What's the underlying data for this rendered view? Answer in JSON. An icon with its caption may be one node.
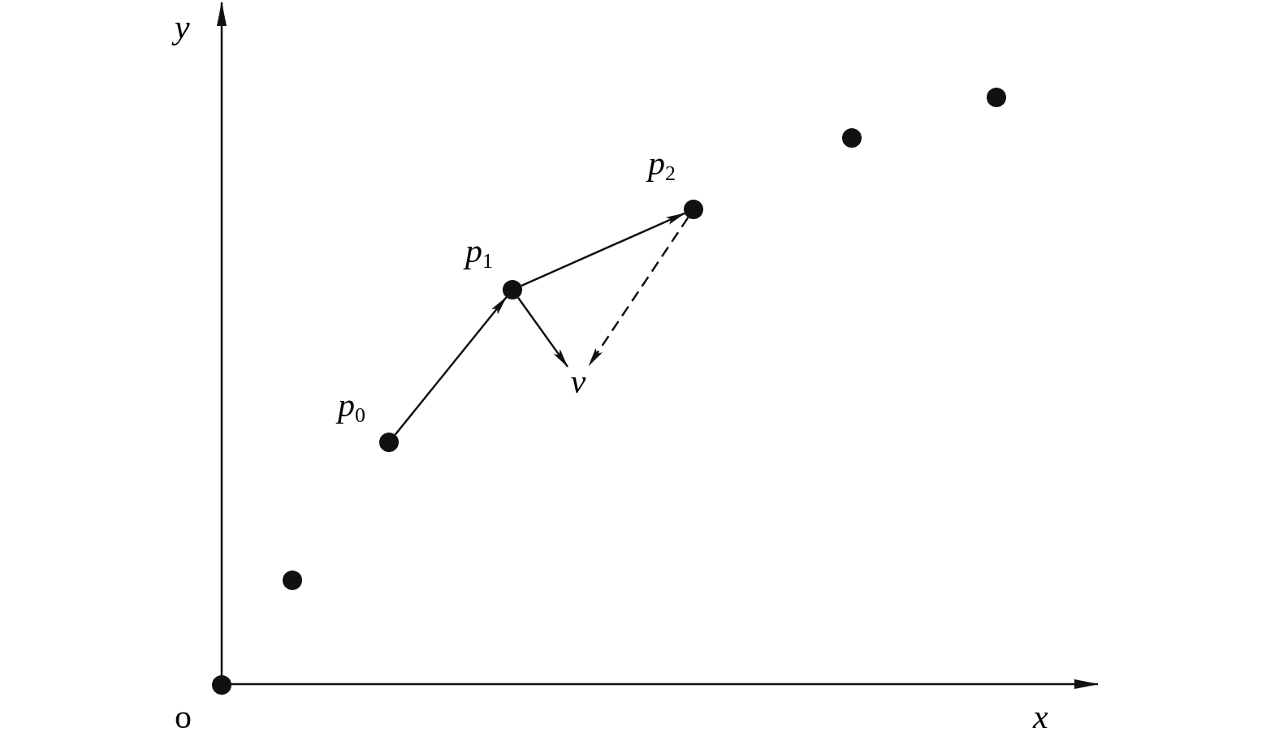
{
  "diagram": {
    "nodes": [
      {
        "text": [],
        "shape": "circle",
        "beside": [
          "o"
        ]
      },
      {
        "text": [],
        "shape": "circle"
      },
      {
        "text": [],
        "shape": "circle",
        "beside": [
          "*p*$_{0}$"
        ]
      },
      {
        "text": [],
        "shape": "circle",
        "beside": [
          "*p*$_{1}$"
        ]
      },
      {
        "text": [],
        "shape": "circle",
        "beside": [
          "*p*$_{2}$"
        ]
      },
      {
        "text": [],
        "shape": "circle"
      },
      {
        "text": [],
        "shape": "circle"
      },
      {
        "text": [
          "v"
        ]
      }
    ],
    "edges": [
      {
        "from": 2,
        "to": 3,
        "arrow": "to"
      },
      {
        "from": 3,
        "to": 4,
        "arrow": "to"
      },
      {
        "from": 3,
        "to": 7,
        "arrow": "to"
      },
      {
        "from": 4,
        "to": 7,
        "arrow": "to",
        "style": "dashed"
      }
    ],
    "labels": [
      "y",
      "x"
    ]
  }
}
